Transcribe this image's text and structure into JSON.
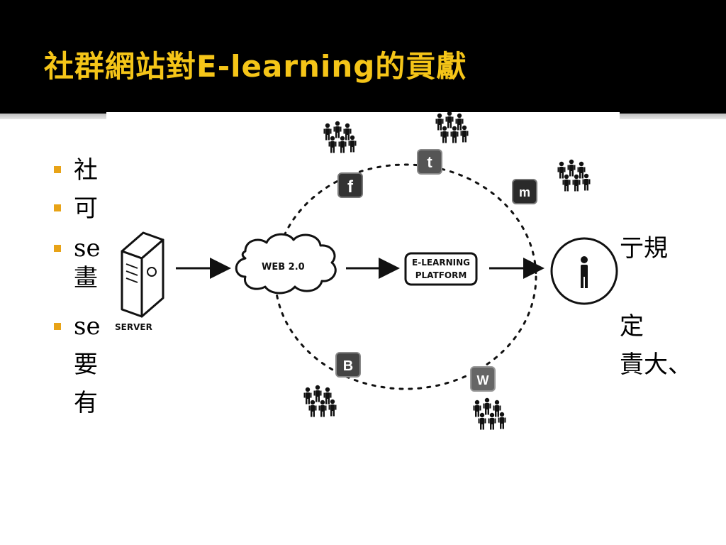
{
  "slide": {
    "title": "社群網站對E-learning的貢獻"
  },
  "bullets": [
    {
      "line1": "社",
      "line2": ""
    },
    {
      "line1": "可",
      "line2": ""
    },
    {
      "line1": "se",
      "line2": "畫"
    },
    {
      "line1": "se",
      "line2": "要",
      "line3": "有"
    }
  ],
  "right_fragments": [
    "亍規",
    "定",
    "責大、"
  ],
  "diagram": {
    "server_label": "SERVER",
    "cloud_label": "WEB 2.0",
    "platform_label_line1": "E-LEARNING",
    "platform_label_line2": "PLATFORM",
    "services": [
      {
        "icon": "facebook-icon",
        "glyph": "f"
      },
      {
        "icon": "twitter-icon",
        "glyph": "t"
      },
      {
        "icon": "myspace-icon",
        "glyph": "m"
      },
      {
        "icon": "blogger-icon",
        "glyph": "B"
      },
      {
        "icon": "wordpress-icon",
        "glyph": "W"
      }
    ]
  },
  "colors": {
    "title_bar": "#000000",
    "title_text": "#f5c518",
    "bullet": "#e8a317"
  }
}
